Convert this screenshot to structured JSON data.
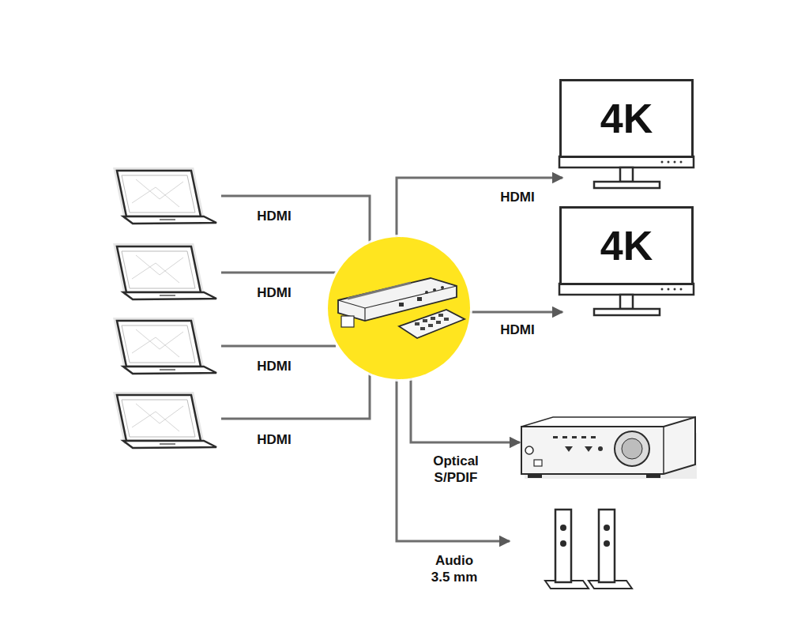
{
  "diagram": {
    "nodes": [
      {
        "text": [
          "4K"
        ]
      },
      {
        "text": [
          "4K"
        ]
      }
    ],
    "labels": [
      "HDMI",
      "HDMI",
      "HDMI",
      "HDMI",
      "HDMI",
      "HDMI",
      "Optical S/PDIF",
      "Audio 3.5 mm"
    ]
  }
}
